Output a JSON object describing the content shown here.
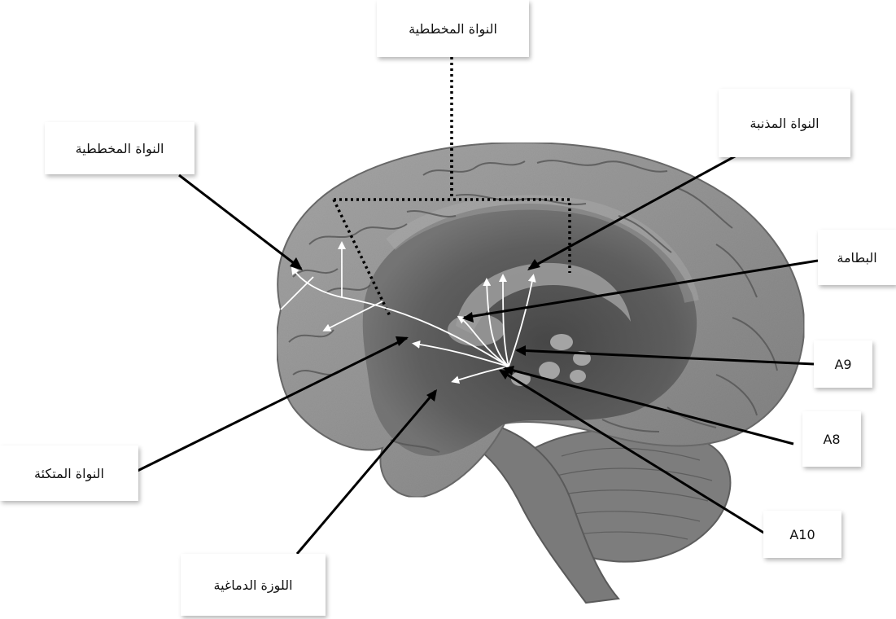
{
  "labels": {
    "striatum_top": "النواة المخططية",
    "striatum_left": "النواة المخططية",
    "caudate": "النواة المذنبة",
    "putamen": "البطامة",
    "a9": "A9",
    "a8": "A8",
    "a10": "A10",
    "accumbens": "النواة المتكئة",
    "amygdala": "اللوزة الدماغية"
  },
  "colors": {
    "background": "#ffffff",
    "brain_cortex": "#8d8d8d",
    "brain_inner": "#5a5a5a",
    "brainstem": "#7a7a7a",
    "arrows": "#ffffff",
    "leader_lines": "#000000",
    "dotted_region": "#000000"
  }
}
